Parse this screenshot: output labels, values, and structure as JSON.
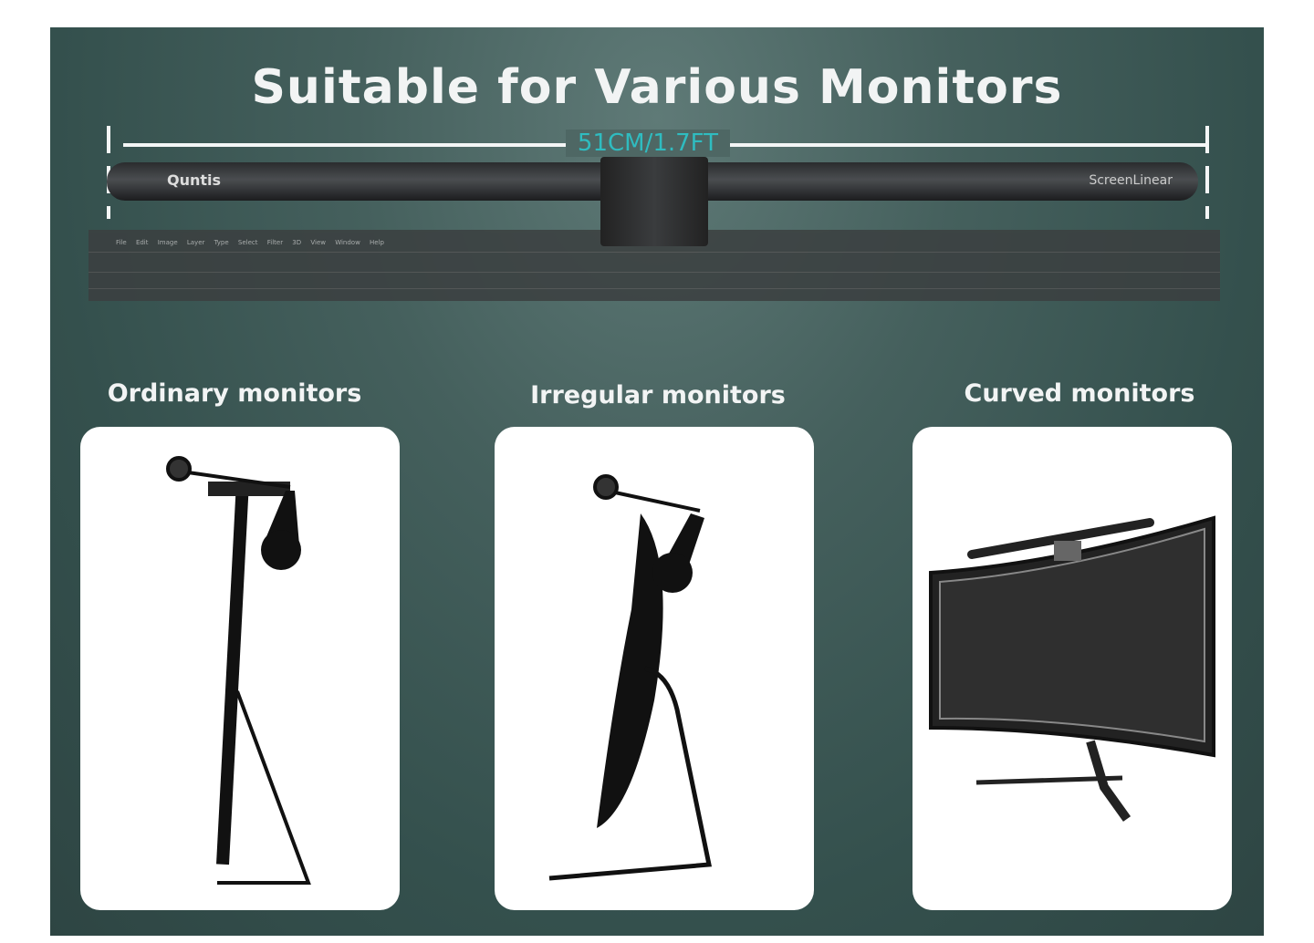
{
  "title": "Suitable for Various Monitors",
  "dimension_label": "51CM/1.7FT",
  "lightbar": {
    "brand": "Quntis",
    "model": "ScreenLinear"
  },
  "background_screen_menu": "File Edit Image Layer Type Select Filter 3D View Window Help",
  "columns": [
    {
      "label": "Ordinary monitors",
      "icon": "ordinary-monitor-side-view"
    },
    {
      "label": "Irregular monitors",
      "icon": "irregular-monitor-side-view"
    },
    {
      "label": "Curved monitors",
      "icon": "curved-monitor-front-view"
    }
  ],
  "colors": {
    "accent": "#2fbcc0",
    "background": "#45605d",
    "card": "#ffffff"
  }
}
